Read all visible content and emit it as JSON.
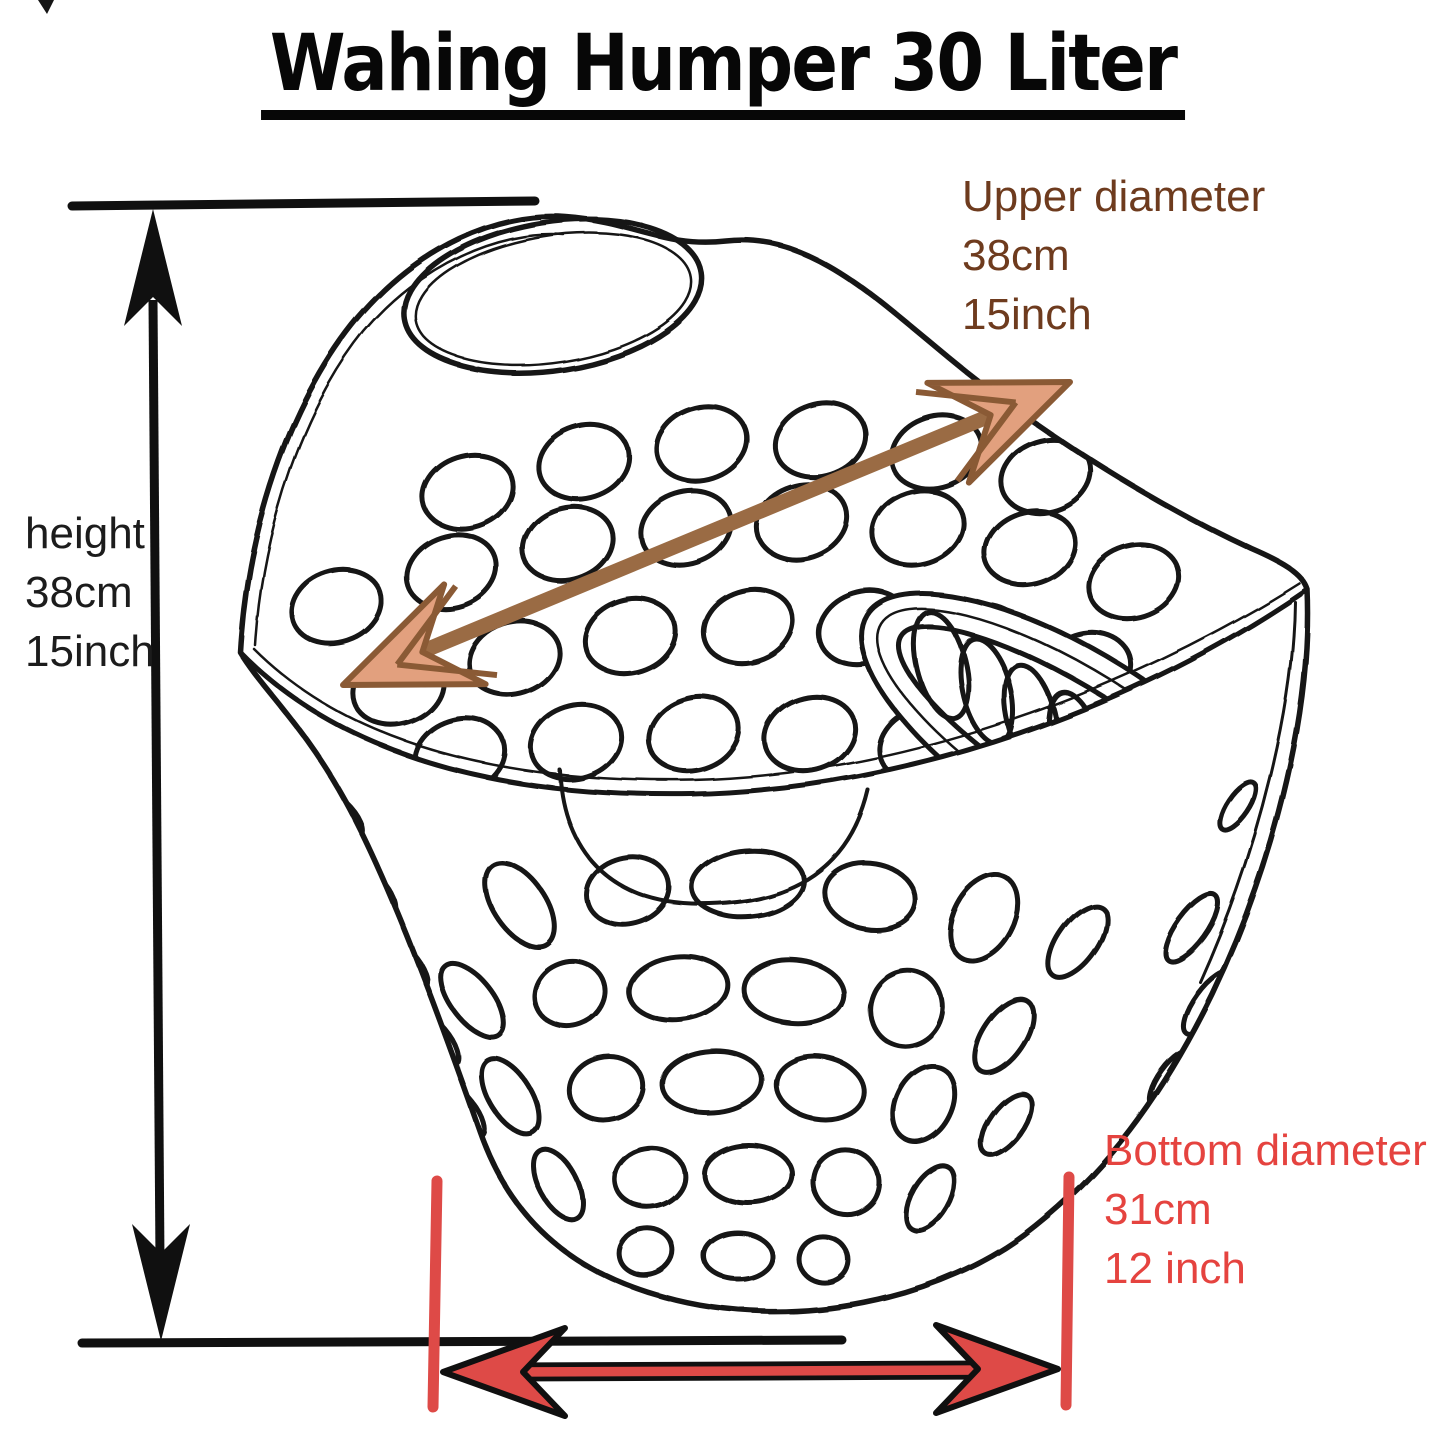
{
  "title": "Wahing Humper 30 Liter",
  "illustration": "laundry-hamper-line-sketch",
  "labels": {
    "height": {
      "name": "height",
      "cm": "38cm",
      "inch": "15inch"
    },
    "upper_diameter": {
      "name": "Upper diameter",
      "cm": "38cm",
      "inch": "15inch"
    },
    "bottom_diameter": {
      "name": "Bottom diameter",
      "cm": "31cm",
      "inch": "12 inch"
    }
  },
  "colors": {
    "ink": "#151515",
    "height_label": "#1c1c1c",
    "upper_label": "#6e3b1e",
    "upper_arrow_line": "#9a6b44",
    "upper_arrow_head_fill": "#e2a07e",
    "upper_arrow_head_stroke": "#8a5a35",
    "bottom_label": "#e5433f",
    "bottom_arrow": "#de4a47"
  }
}
